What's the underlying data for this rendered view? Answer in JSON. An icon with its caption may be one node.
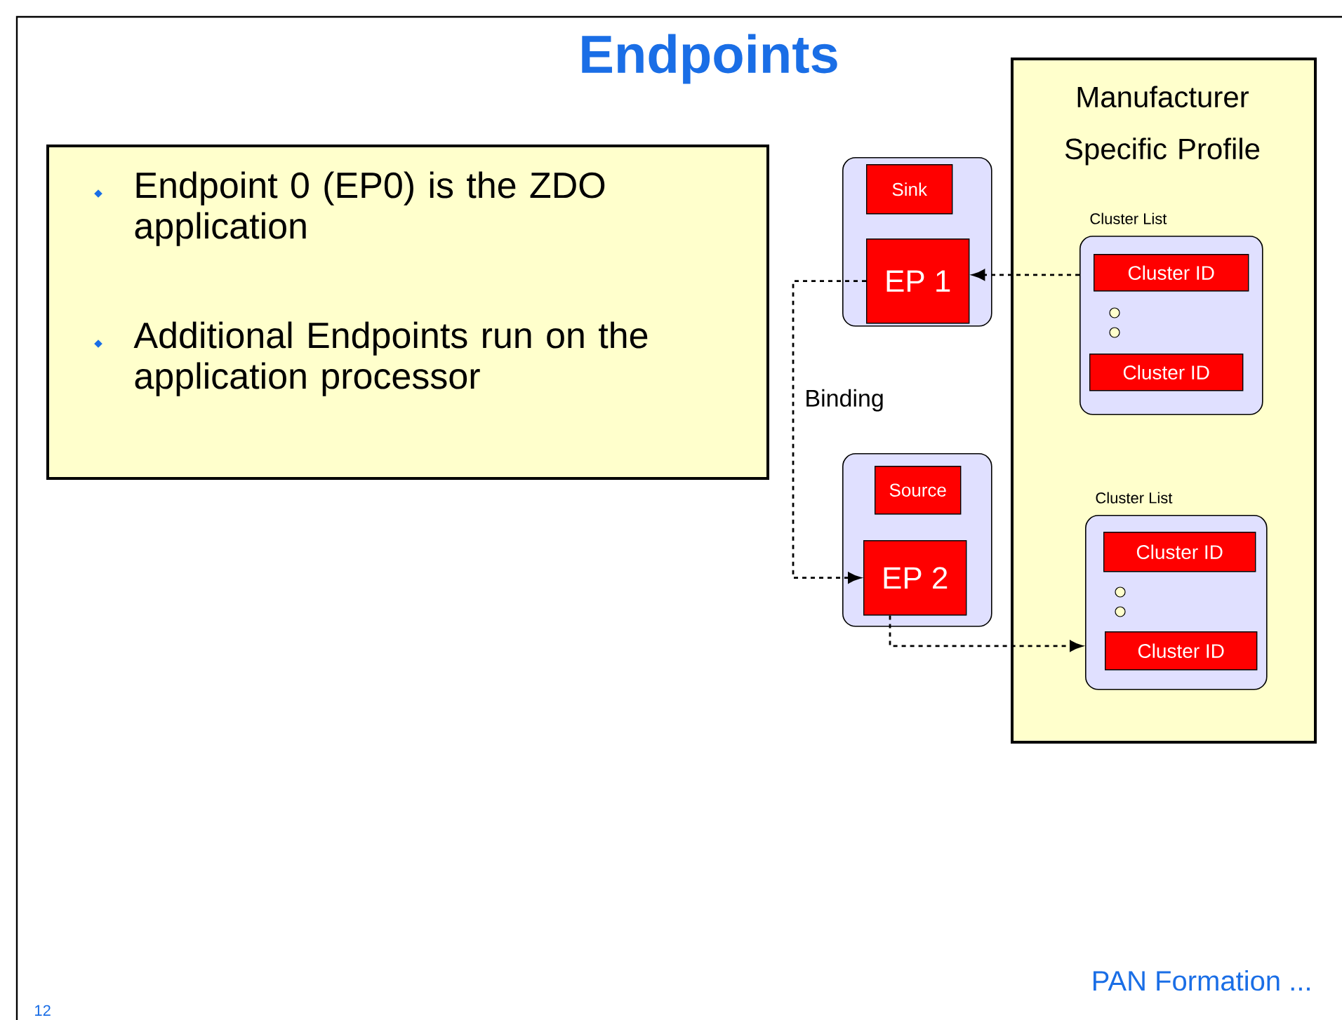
{
  "diagram": {
    "title": "Endpoints",
    "nodes": [
      {
        "text": [
          "Endpoint 0 (EP0) is the ZDO application",
          "Additional Endpoints run on the application processor"
        ]
      },
      {
        "text": [
          "Manufacturer Specific Profile"
        ]
      },
      {
        "text": [
          "Cluster List"
        ],
        "in": 1
      },
      {
        "text": [
          "Cluster ID"
        ],
        "in": 2
      },
      {
        "text": [
          "Cluster ID"
        ],
        "in": 2
      },
      {
        "text": [
          "Cluster List"
        ],
        "in": 1
      },
      {
        "text": [
          "Cluster ID"
        ],
        "in": 5
      },
      {
        "text": [
          "Cluster ID"
        ],
        "in": 5
      },
      {
        "text": [],
        "shape": "box"
      },
      {
        "text": [
          "Sink"
        ],
        "in": 8
      },
      {
        "text": [
          "EP 1"
        ],
        "in": 8
      },
      {
        "text": [],
        "shape": "box"
      },
      {
        "text": [
          "Source"
        ],
        "in": 11
      },
      {
        "text": [
          "EP 2"
        ],
        "in": 11
      }
    ],
    "edges": [
      {
        "from": 2,
        "to": 10,
        "arrow": "to",
        "style": "dashed"
      },
      {
        "from": 10,
        "to": 13,
        "arrow": "to",
        "style": "dashed",
        "label": "Binding"
      },
      {
        "from": 13,
        "to": 5,
        "arrow": "to",
        "style": "dashed"
      }
    ],
    "labels": [
      "PAN Formation ...",
      "12"
    ]
  }
}
